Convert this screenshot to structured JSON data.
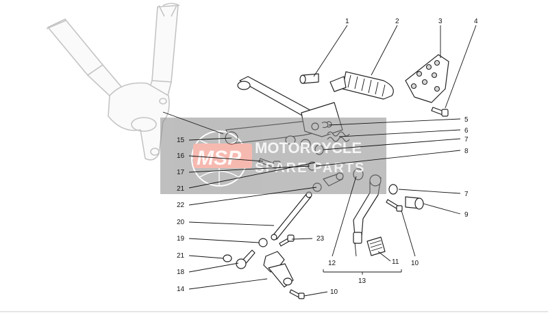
{
  "watermark": {
    "logo": "MSP",
    "line1": "MOTORCYCLE",
    "line2": "SPARE PARTS"
  },
  "callouts": {
    "c1": "1",
    "c2": "2",
    "c3": "3",
    "c4": "4",
    "c5": "5",
    "c6": "6",
    "c7a": "7",
    "c7b": "7",
    "c8": "8",
    "c9": "9",
    "c10a": "10",
    "c10b": "10",
    "c11": "11",
    "c12": "12",
    "c13": "13",
    "c14": "14",
    "c15": "15",
    "c16": "16",
    "c17": "17",
    "c18": "18",
    "c19": "19",
    "c20": "20",
    "c21a": "21",
    "c21b": "21",
    "c22": "22",
    "c23": "23"
  },
  "colors": {
    "watermark_logo": "#f08070",
    "watermark_text": "#ffffff",
    "watermark_band": "#8a8a8a",
    "ghost_frame": "#c4c4c4"
  }
}
